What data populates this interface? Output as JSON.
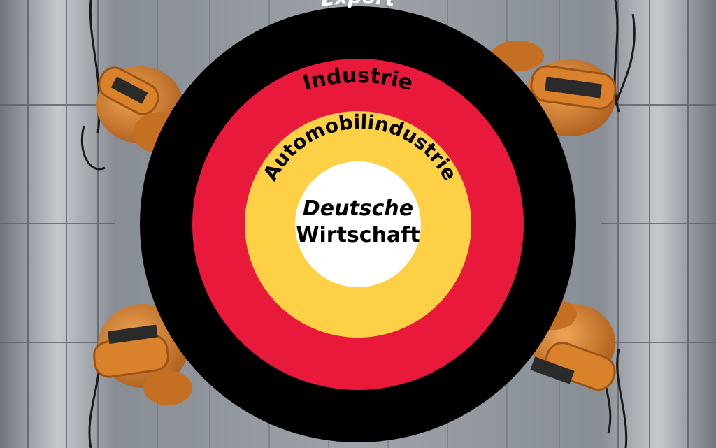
{
  "diagram": {
    "rings": [
      {
        "label": "Export",
        "color": "#000000",
        "text_color": "#ffffff"
      },
      {
        "label": "Industrie",
        "color": "#e8193a",
        "text_color": "#000000"
      },
      {
        "label": "Automobilindustrie",
        "color": "#fdd046",
        "text_color": "#000000"
      }
    ],
    "center": {
      "line1": "Deutsche",
      "line2": "Wirtschaft",
      "color": "#ffffff",
      "text_color": "#000000"
    }
  },
  "background": {
    "wall_color": "#a7adb3",
    "floor_color": "#8e9399",
    "robot_color": "#d9822b",
    "robot_shade": "#9c5416",
    "cable_color": "#1a1a1a"
  }
}
